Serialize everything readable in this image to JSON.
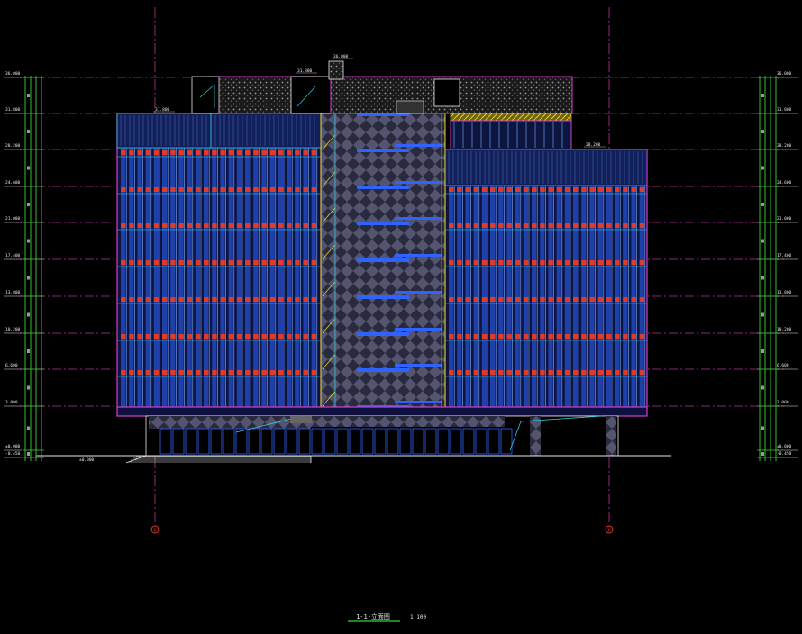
{
  "drawing": {
    "title": "1-1-立面图",
    "scale": "1:100",
    "axis_labels": [
      "①",
      "①"
    ]
  },
  "colors": {
    "background": "#000000",
    "level_line": "#c0309a",
    "outline": "#d040d0",
    "curtain_blue": "#2f62ff",
    "mullion": "#7fb0ff",
    "sill_red": "#e03a2a",
    "core_fill": "#3b3b56",
    "cyan": "#30d0e8",
    "yellow": "#e6d21c",
    "green_dim": "#3ad23a",
    "white": "#e8e8e8"
  },
  "levels": {
    "left": [
      "36.000",
      "31.800",
      "28.200",
      "24.600",
      "21.000",
      "17.400",
      "13.800",
      "10.200",
      "6.600",
      "3.000",
      "±0.000",
      "-0.450"
    ],
    "right": [
      "36.000",
      "31.800",
      "28.200",
      "24.600",
      "21.000",
      "17.400",
      "13.800",
      "10.200",
      "6.600",
      "3.000",
      "±0.000",
      "-0.450"
    ]
  },
  "annotations": {
    "roof_top": "36.000",
    "roof_left": "31.800",
    "roof_mid": "31.800",
    "roof_right": "28.200",
    "ground": "±0.000"
  }
}
